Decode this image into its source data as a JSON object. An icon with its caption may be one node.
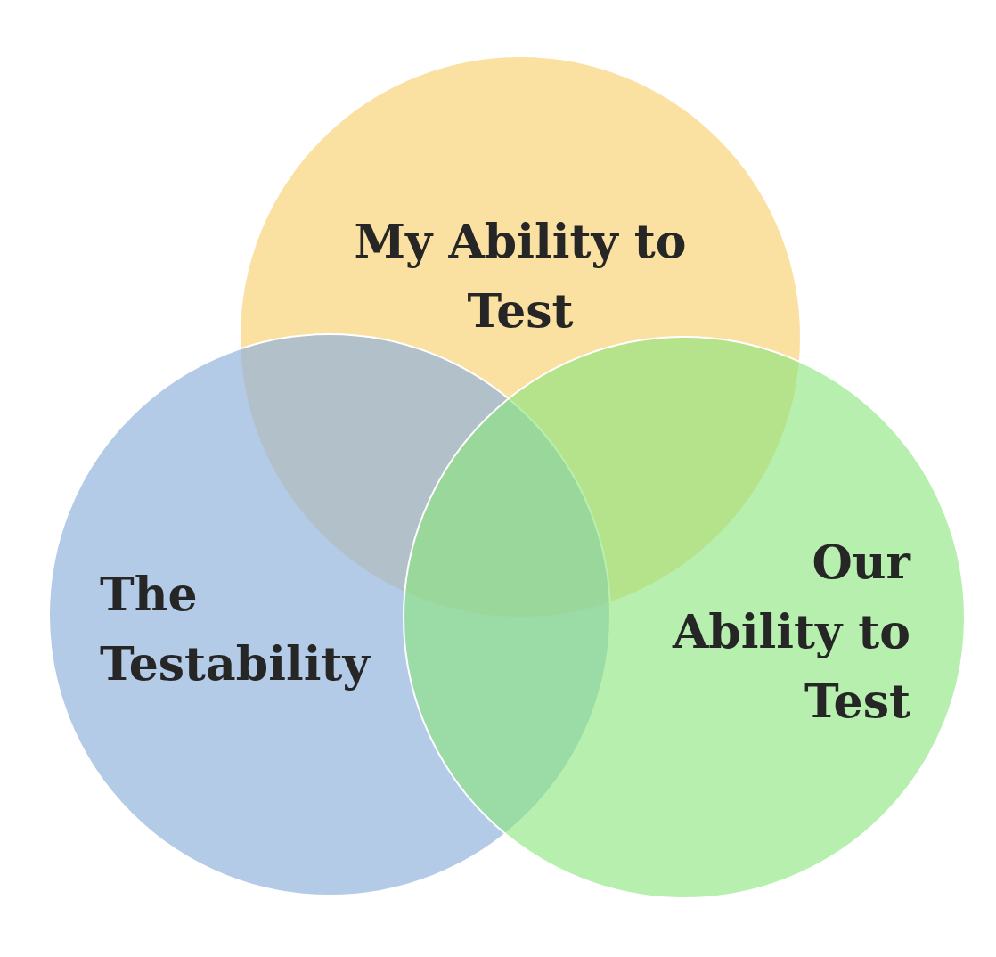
{
  "diagram": {
    "nodes": [
      {
        "text": [
          "My Ability to Test"
        ]
      },
      {
        "text": [
          "The Testability"
        ]
      },
      {
        "text": [
          "Our Ability to Test"
        ]
      }
    ]
  }
}
